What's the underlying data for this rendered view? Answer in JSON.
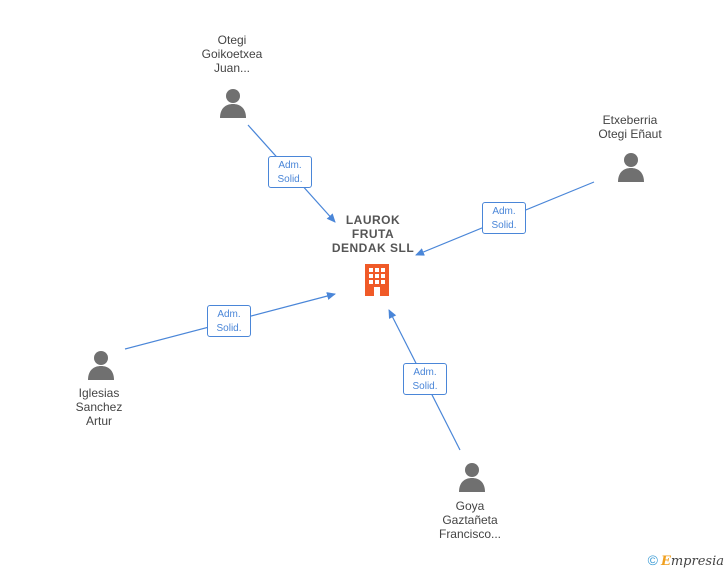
{
  "company": {
    "name_lines": [
      "LAUROK",
      "FRUTA",
      "DENDAK SLL"
    ],
    "icon": "building-icon",
    "color": "#f05a28"
  },
  "persons": [
    {
      "id": "otegi",
      "name_lines": [
        "Otegi",
        "Goikoetxea",
        "Juan..."
      ],
      "icon": "person-icon",
      "role_lines": [
        "Adm.",
        "Solid."
      ]
    },
    {
      "id": "etxeberria",
      "name_lines": [
        "Etxeberria",
        "Otegi Eñaut"
      ],
      "icon": "person-icon",
      "role_lines": [
        "Adm.",
        "Solid."
      ]
    },
    {
      "id": "iglesias",
      "name_lines": [
        "Iglesias",
        "Sanchez",
        "Artur"
      ],
      "icon": "person-icon",
      "role_lines": [
        "Adm.",
        "Solid."
      ]
    },
    {
      "id": "goya",
      "name_lines": [
        "Goya",
        "Gaztañeta",
        "Francisco..."
      ],
      "icon": "person-icon",
      "role_lines": [
        "Adm.",
        "Solid."
      ]
    }
  ],
  "colors": {
    "edge": "#4a86d8",
    "person": "#707070"
  },
  "footer": {
    "copyright": "©",
    "brand_initial": "E",
    "brand_rest": "mpresia"
  }
}
